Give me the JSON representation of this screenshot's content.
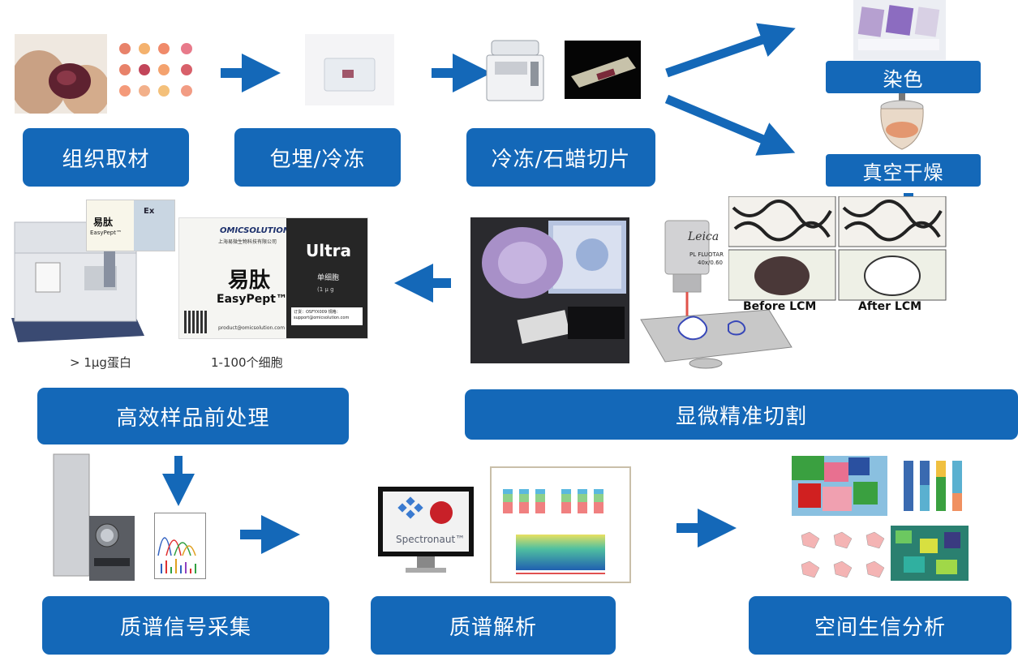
{
  "steps": {
    "tissue": "组织取材",
    "embed": "包埋/冷冻",
    "section": "冷冻/石蜡切片",
    "stain": "染色",
    "vacuum": "真空干燥",
    "lcm": "显微精准切割",
    "prep": "高效样品前处理",
    "ms_acq": "质谱信号采集",
    "ms_analysis": "质谱解析",
    "spatial": "空间生信分析"
  },
  "captions": {
    "protein": "> 1μg蛋白",
    "cells": "1-100个细胞"
  },
  "kit_box": {
    "brand": "OMICSOLUTION",
    "company": "上海易微生物科技有限公司",
    "name_cn": "易肽",
    "name_en": "EasyPept™",
    "variant": "Ultra",
    "variant_cn": "单细胞",
    "variant_amount": "(1 μ g",
    "contact1": "订货：OSFYX009 规格：",
    "contact2": "support@omicsolution.com",
    "email": "product@omicsolution.com",
    "small_variant": "Ex"
  },
  "lcm": {
    "objective_brand": "Leica",
    "objective_line1": "PL FLUOTAR",
    "objective_line2": "40x/0.60",
    "before": "Before LCM",
    "after": "After LCM"
  },
  "software": {
    "name": "Spectronaut™"
  },
  "colors": {
    "box_blue": "#1468b8",
    "arrow_blue": "#1468b8"
  }
}
